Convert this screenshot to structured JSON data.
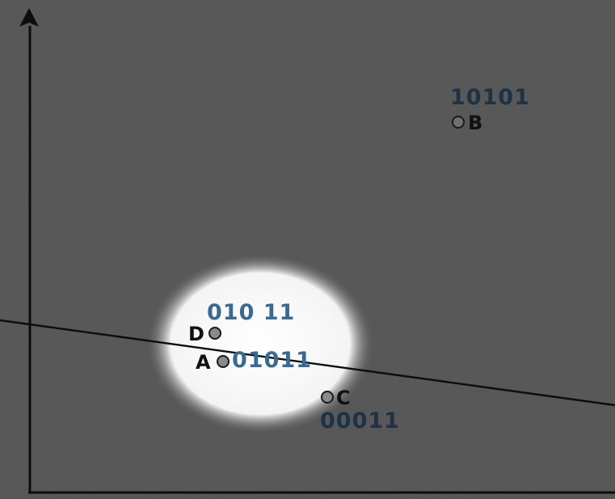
{
  "diagram": {
    "points": [
      {
        "id": "A",
        "label": "A",
        "code": "01011"
      },
      {
        "id": "B",
        "label": "B",
        "code": "10101"
      },
      {
        "id": "C",
        "label": "C",
        "code": "00011"
      },
      {
        "id": "D",
        "label": "D",
        "code": "010 11"
      }
    ]
  },
  "colors": {
    "background": "#555555",
    "spotlight": "#ffffff",
    "axis": "#0d0d0d",
    "point_fill": "#8a8a8a",
    "code_in_spotlight": "#3a6a92",
    "code_outside": "#1d3244"
  }
}
